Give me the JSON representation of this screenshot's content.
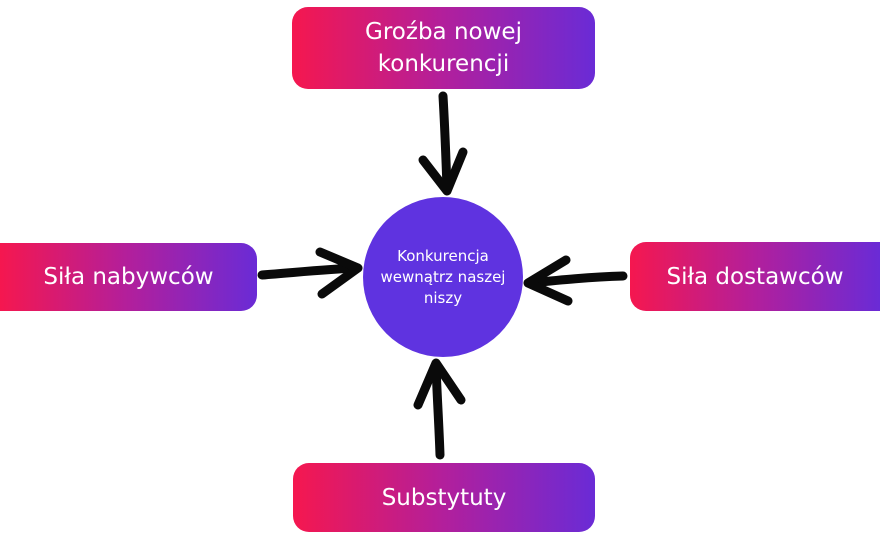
{
  "diagram": {
    "center": {
      "label": "Konkurencja wewnątrz naszej niszy"
    },
    "nodes": {
      "top": {
        "label": "Groźba nowej konkurencji"
      },
      "left": {
        "label": "Siła nabywców"
      },
      "right": {
        "label": "Siła dostawców"
      },
      "bottom": {
        "label": "Substytuty"
      }
    },
    "colors": {
      "gradient_start": "#f5174f",
      "gradient_end": "#6a2bd6",
      "hub": "#5f33e0",
      "arrow": "#0a0a0a"
    }
  }
}
